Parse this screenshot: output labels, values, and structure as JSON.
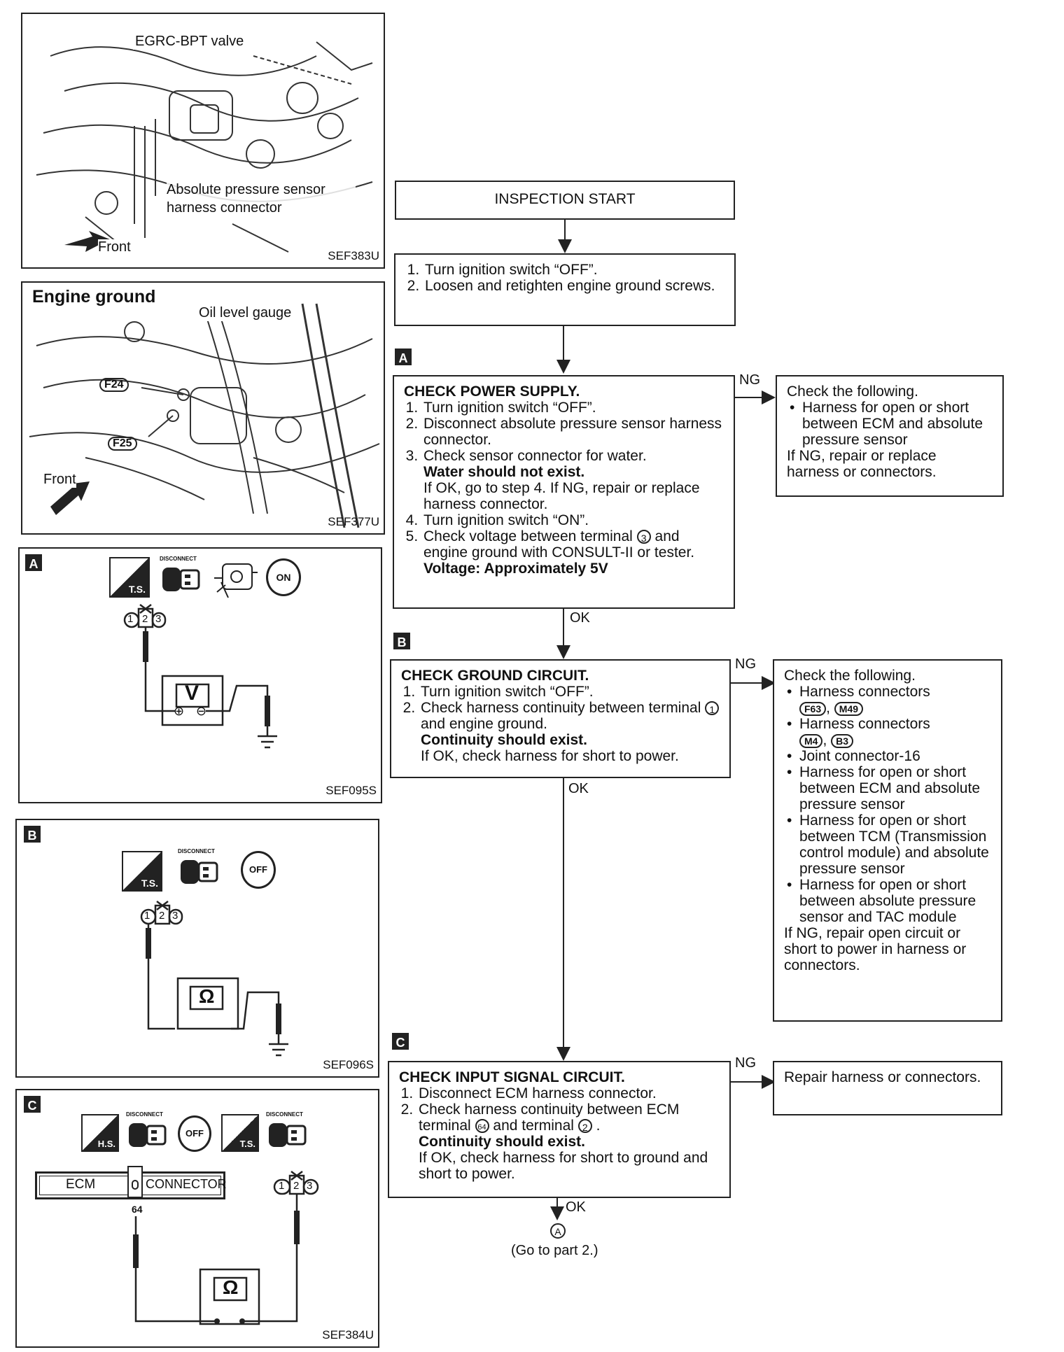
{
  "photo1": {
    "label_valve": "EGRC-BPT valve",
    "label_sensor": "Absolute pressure sensor harness connector",
    "label_front": "Front",
    "ref": "SEF383U"
  },
  "photo2": {
    "title": "Engine ground",
    "label_gauge": "Oil level gauge",
    "label_f24": "F24",
    "label_f25": "F25",
    "label_front": "Front",
    "ref": "SEF377U"
  },
  "panelA": {
    "tag": "A",
    "icon_ts": "T.S.",
    "icon_disconnect": "DISCONNECT",
    "icon_key": "ON",
    "terminals": [
      "1",
      "2",
      "3"
    ],
    "meter": "V",
    "meter_plus": "⊕",
    "meter_minus": "⊖",
    "ref": "SEF095S"
  },
  "panelB": {
    "tag": "B",
    "icon_ts": "T.S.",
    "icon_disconnect": "DISCONNECT",
    "icon_key": "OFF",
    "terminals": [
      "1",
      "2",
      "3"
    ],
    "meter": "Ω",
    "ref": "SEF096S"
  },
  "panelC": {
    "tag": "C",
    "icon_hs": "H.S.",
    "icon_ts": "T.S.",
    "icon_disconnect": "DISCONNECT",
    "icon_key": "OFF",
    "ecm": "ECM",
    "connector": "CONNECTOR",
    "pin": "64",
    "terminals": [
      "1",
      "2",
      "3"
    ],
    "meter": "Ω",
    "ref": "SEF384U"
  },
  "flow": {
    "start": "INSPECTION START",
    "step0": [
      "Turn ignition switch “OFF”.",
      "Loosen and retighten engine ground screws."
    ],
    "tagA": "A",
    "tagB": "B",
    "tagC": "C",
    "ng": "NG",
    "ok": "OK",
    "boxA": {
      "title": "CHECK POWER SUPPLY.",
      "s1": "Turn ignition switch “OFF”.",
      "s2": "Disconnect absolute pressure sensor harness connector.",
      "s3": "Check sensor connector for water.",
      "s3b": "Water should not exist.",
      "s3c": "If OK, go to step 4. If NG, repair or replace harness connector.",
      "s4": "Turn ignition switch “ON”.",
      "s5a": "Check voltage between terminal",
      "s5num": "3",
      "s5b": "and engine ground with CONSULT-II or tester.",
      "s5c": "Voltage: Approximately 5V"
    },
    "ngA": {
      "head": "Check the following.",
      "item1": "Harness for open or short between ECM and absolute pressure sensor",
      "tail": "If NG, repair or replace harness or connectors."
    },
    "boxB": {
      "title": "CHECK GROUND CIRCUIT.",
      "s1": "Turn ignition switch “OFF”.",
      "s2a": "Check harness continuity between terminal",
      "s2num": "1",
      "s2b": "and engine ground.",
      "s2c": "Continuity should exist.",
      "s2d": "If OK, check harness for short to power."
    },
    "ngB": {
      "head": "Check the following.",
      "item1": "Harness connectors",
      "item1a": "F63",
      "item1b": "M49",
      "item2": "Harness connectors",
      "item2a": "M4",
      "item2b": "B3",
      "item3": "Joint connector-16",
      "item4": "Harness for open or short between ECM and absolute pressure sensor",
      "item5": "Harness for open or short between TCM (Transmission control module) and absolute pressure sensor",
      "item6": "Harness for open or short between absolute pressure sensor and TAC module",
      "tail": "If NG, repair open circuit or short to power in harness or connectors."
    },
    "boxC": {
      "title": "CHECK INPUT SIGNAL CIRCUIT.",
      "s1": "Disconnect ECM harness connector.",
      "s2a": "Check harness continuity between ECM terminal",
      "s2num": "64",
      "s2b": "and terminal",
      "s2num2": "2",
      "s2c": "Continuity should exist.",
      "s2d": "If OK, check harness for short to ground and short to power."
    },
    "ngC": "Repair harness or connectors.",
    "endMark": "A",
    "endText": "(Go to part 2.)"
  }
}
